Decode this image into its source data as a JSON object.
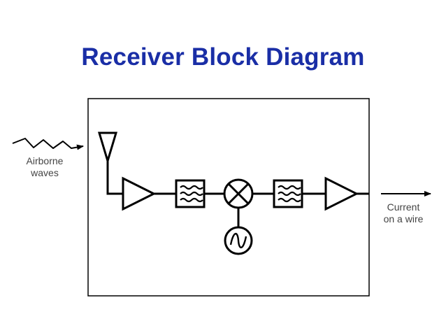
{
  "colors": {
    "title": "#1a2ea6",
    "ink": "#000000",
    "label": "#444444"
  },
  "title": "Receiver Block Diagram",
  "input_label": {
    "line1": "Airborne",
    "line2": "waves"
  },
  "output_label": {
    "line1": "Current",
    "line2": "on a wire"
  },
  "blocks": [
    {
      "name": "antenna",
      "icon": "antenna-icon"
    },
    {
      "name": "amplifier",
      "icon": "amplifier-icon"
    },
    {
      "name": "bandpass-filter",
      "icon": "filter-icon"
    },
    {
      "name": "mixer",
      "icon": "mixer-icon"
    },
    {
      "name": "local-oscillator",
      "icon": "oscillator-icon"
    },
    {
      "name": "bandpass-filter",
      "icon": "filter-icon"
    },
    {
      "name": "amplifier",
      "icon": "amplifier-icon"
    }
  ]
}
